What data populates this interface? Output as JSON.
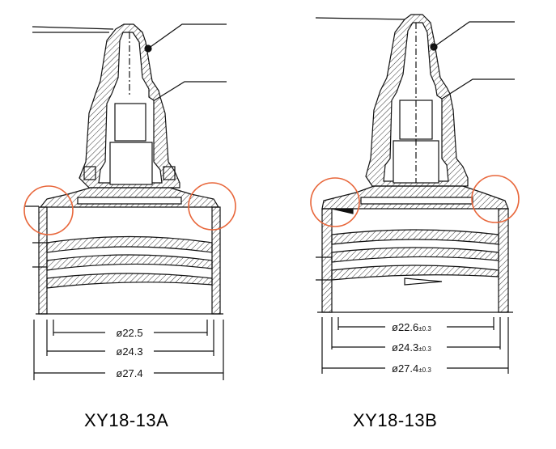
{
  "figures": [
    {
      "id": "a",
      "model": "XY18-13A",
      "dimensions": [
        {
          "text": "ø22.5",
          "tol": ""
        },
        {
          "text": "ø24.3",
          "tol": ""
        },
        {
          "text": "ø27.4",
          "tol": ""
        }
      ]
    },
    {
      "id": "b",
      "model": "XY18-13B",
      "dimensions": [
        {
          "text": "ø22.6",
          "tol": "±0.3"
        },
        {
          "text": "ø24.3",
          "tol": "±0.3"
        },
        {
          "text": "ø27.4",
          "tol": "±0.3"
        }
      ]
    }
  ],
  "colors": {
    "line": "#111111",
    "highlight_circle": "#e8663a",
    "hatch": "#333333"
  }
}
